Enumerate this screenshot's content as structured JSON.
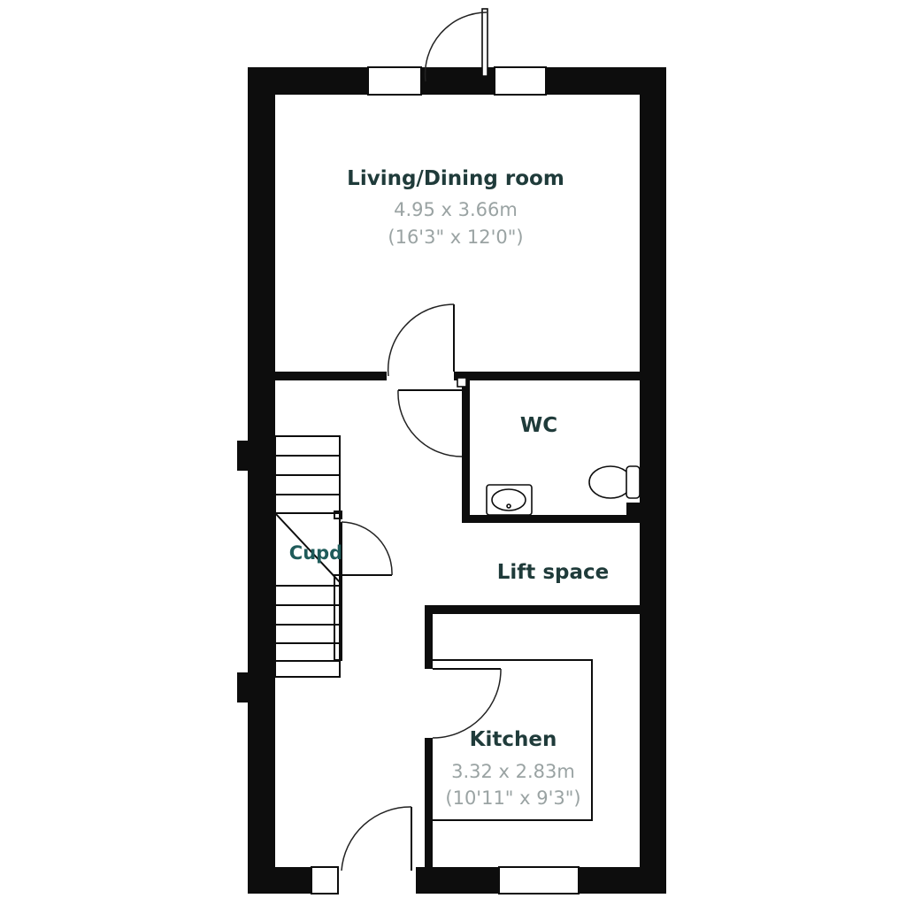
{
  "rooms": {
    "living": {
      "name": "Living/Dining room",
      "size_metric": "4.95 x 3.66m",
      "size_imperial": "(16'3\" x 12'0\")"
    },
    "wc": {
      "name": "WC"
    },
    "cupboard": {
      "name": "Cupd"
    },
    "lift": {
      "name": "Lift space"
    },
    "kitchen": {
      "name": "Kitchen",
      "size_metric": "3.32 x 2.83m",
      "size_imperial": "(10'11\" x 9'3\")"
    }
  },
  "colors": {
    "wall": "#0d0d0d",
    "room_name": "#1f3b3a",
    "dimension": "#9aa3a3",
    "cupboard_label": "#1f5b5a"
  }
}
